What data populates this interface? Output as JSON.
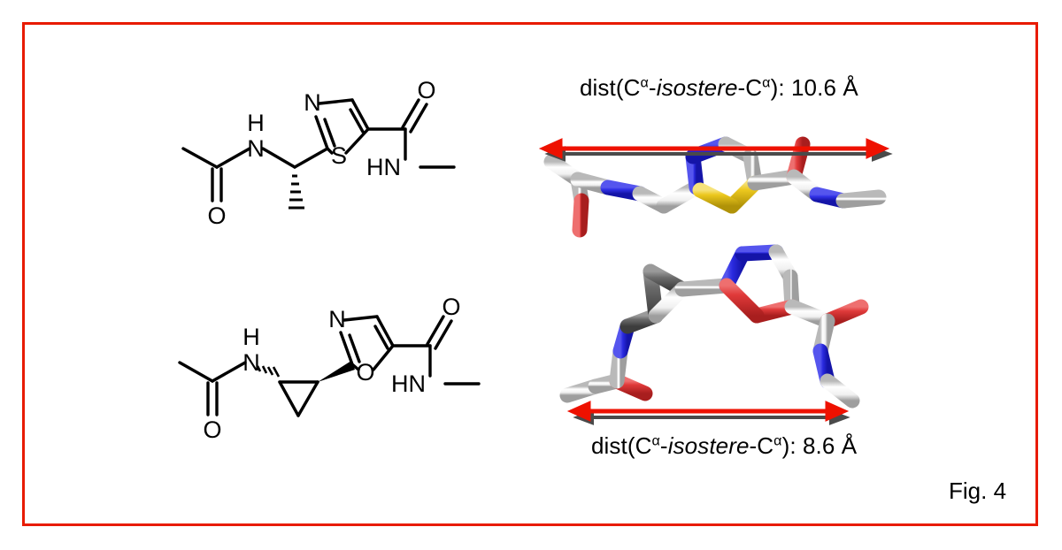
{
  "figure": {
    "caption": "Fig. 4",
    "border_color": "#e81b00",
    "background": "#ffffff"
  },
  "labels": {
    "top_distance": {
      "prefix": "dist(C",
      "alpha": "α",
      "dash1": "-",
      "isostere": "isostere",
      "dash2": "-C",
      "suffix": "): ",
      "value": "10.6",
      "unit": "Å"
    },
    "bottom_distance": {
      "prefix": "dist(C",
      "alpha": "α",
      "dash1": "-",
      "isostere": "isostere",
      "dash2": "-C",
      "suffix": "): ",
      "value": "8.6",
      "unit": "Å"
    }
  },
  "structures": {
    "top": {
      "name": "thiazole-isostere-2d",
      "ring": "thiazole",
      "atom_labels": {
        "amide_nh": "N",
        "amide_h": "H",
        "acetyl_o": "O",
        "ring_n": "N",
        "ring_s": "S",
        "carbonyl_o": "O",
        "carboxamide_hn": "HN"
      }
    },
    "bottom": {
      "name": "oxazole-cyclopropane-isostere-2d",
      "ring": "oxazole",
      "atom_labels": {
        "amide_nh": "N",
        "amide_h": "H",
        "acetyl_o": "O",
        "ring_n": "N",
        "ring_o": "O",
        "carbonyl_o": "O",
        "carboxamide_hn": "HN"
      }
    }
  },
  "models": {
    "colors": {
      "carbon": "#f2f2f2",
      "carbon_dark": "#5a5a5a",
      "nitrogen": "#2222dd",
      "oxygen": "#dd3333",
      "sulfur": "#e8c51c",
      "arrow": "#ee1100",
      "arrow_shadow": "#4a4a4a"
    },
    "top": {
      "name": "thiazole-3d-model",
      "ring": "thiazole"
    },
    "bottom": {
      "name": "oxazole-3d-model",
      "ring": "oxazole"
    }
  }
}
